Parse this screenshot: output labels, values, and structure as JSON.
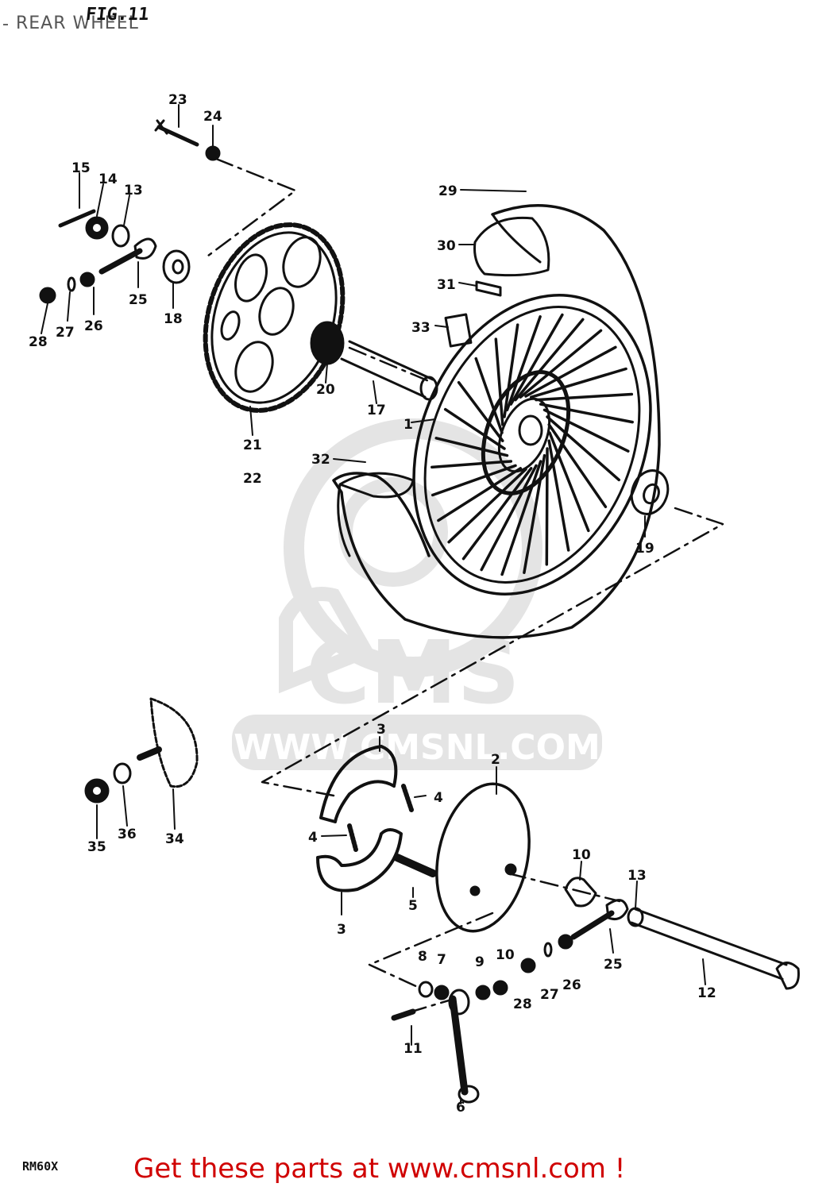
{
  "header": {
    "title": "REAR WHEEL",
    "figure_code": "FIG.11"
  },
  "watermark": {
    "brand": "CMS",
    "url": "WWW.CMSNL.COM"
  },
  "footer": {
    "model_code": "RM60X",
    "promo": "Get these parts at www.cmsnl.com !"
  },
  "callouts": {
    "c1": "1",
    "c2": "2",
    "c3a": "3",
    "c3b": "3",
    "c4a": "4",
    "c4b": "4",
    "c5": "5",
    "c6": "6",
    "c7": "7",
    "c8": "8",
    "c9": "9",
    "c10a": "10",
    "c10b": "10",
    "c11": "11",
    "c12": "12",
    "c13a": "13",
    "c13b": "13",
    "c14": "14",
    "c15": "15",
    "c17": "17",
    "c18": "18",
    "c19": "19",
    "c20": "20",
    "c21": "21",
    "c22": "22",
    "c23": "23",
    "c24": "24",
    "c25a": "25",
    "c25b": "25",
    "c26a": "26",
    "c26b": "26",
    "c27a": "27",
    "c27b": "27",
    "c28a": "28",
    "c28b": "28",
    "c29": "29",
    "c30": "30",
    "c31": "31",
    "c32": "32",
    "c33": "33",
    "c34": "34",
    "c35": "35",
    "c36": "36"
  },
  "colors": {
    "ink": "#111111",
    "promo": "#d00000",
    "watermark": "#e3e3e3"
  }
}
